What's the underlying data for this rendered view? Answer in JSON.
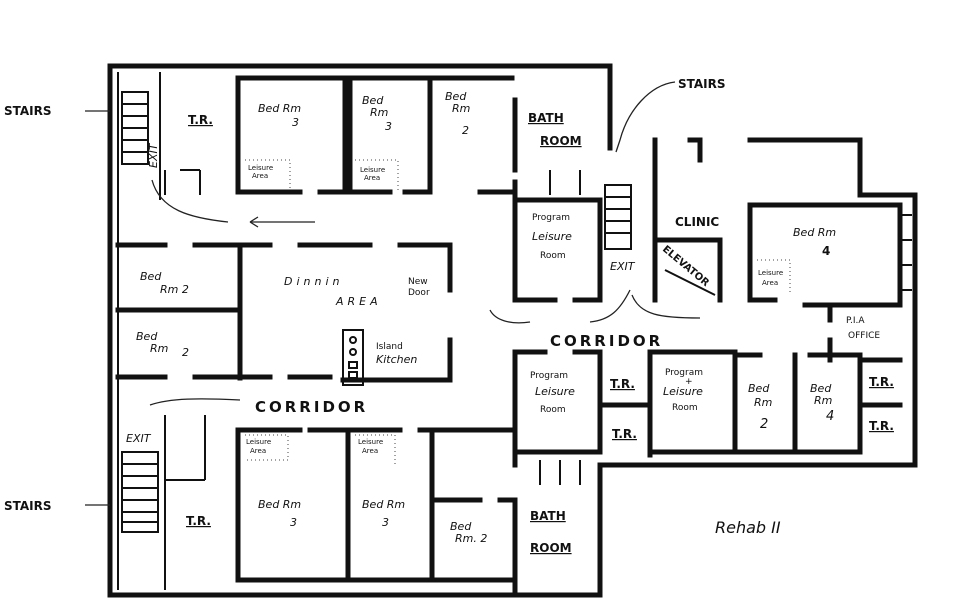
{
  "title": "Rehab II",
  "stairs_labels": [
    "STAIRS",
    "STAIRS",
    "STAIRS"
  ],
  "exit_labels": [
    "EXIT",
    "EXIT",
    "EXIT"
  ],
  "corridor_labels": [
    "CORRIDOR",
    "CORRIDOR"
  ],
  "rooms": {
    "tr_top": "T.R.",
    "bed3_top_a": [
      "Bed Rm",
      "3"
    ],
    "bed3_top_b": [
      "Bed",
      "Rm",
      "3"
    ],
    "bed2_top": [
      "Bed",
      "Rm",
      "2"
    ],
    "bath_top": [
      "BATH",
      "ROOM"
    ],
    "leisure_area_1": [
      "Leisure",
      "Area"
    ],
    "leisure_area_2": [
      "Leisure",
      "Area"
    ],
    "bed2_left_a": [
      "Bed",
      "Rm 2"
    ],
    "bed2_left_b": [
      "Bed",
      "Rm",
      "2"
    ],
    "dining": [
      "Dinnin",
      "AREA"
    ],
    "new_door": [
      "New",
      "Door"
    ],
    "island_kitchen": [
      "Island",
      "Kitchen"
    ],
    "program_leisure_top": [
      "Program",
      "Leisure",
      "Room"
    ],
    "clinic": "CLINIC",
    "elevator": "ELEVATOR",
    "bed4_top": [
      "Bed Rm",
      "4"
    ],
    "leisure_area_3": [
      "Leisure",
      "Area"
    ],
    "pia_office": [
      "P.I.A",
      "OFFICE"
    ],
    "program_leisure_bottom": [
      "Program",
      "Leisure",
      "Room"
    ],
    "tr_mid_a": "T.R.",
    "tr_mid_b": "T.R.",
    "program_plus_leisure": [
      "Program",
      "+",
      "Leisure",
      "Room"
    ],
    "bed2_right": [
      "Bed",
      "Rm",
      "2"
    ],
    "bed4_right": [
      "Bed",
      "Rm",
      "4"
    ],
    "tr_right_a": "T.R.",
    "tr_right_b": "T.R.",
    "leisure_area_4": [
      "Leisure",
      "Area"
    ],
    "leisure_area_5": [
      "Leisure",
      "Area"
    ],
    "tr_bottom": "T.R.",
    "bed3_bottom_a": [
      "Bed Rm",
      "3"
    ],
    "bed3_bottom_b": [
      "Bed Rm",
      "3"
    ],
    "bed2_bottom": [
      "Bed",
      "Rm. 2"
    ],
    "bath_bottom": [
      "BATH",
      "ROOM"
    ]
  }
}
